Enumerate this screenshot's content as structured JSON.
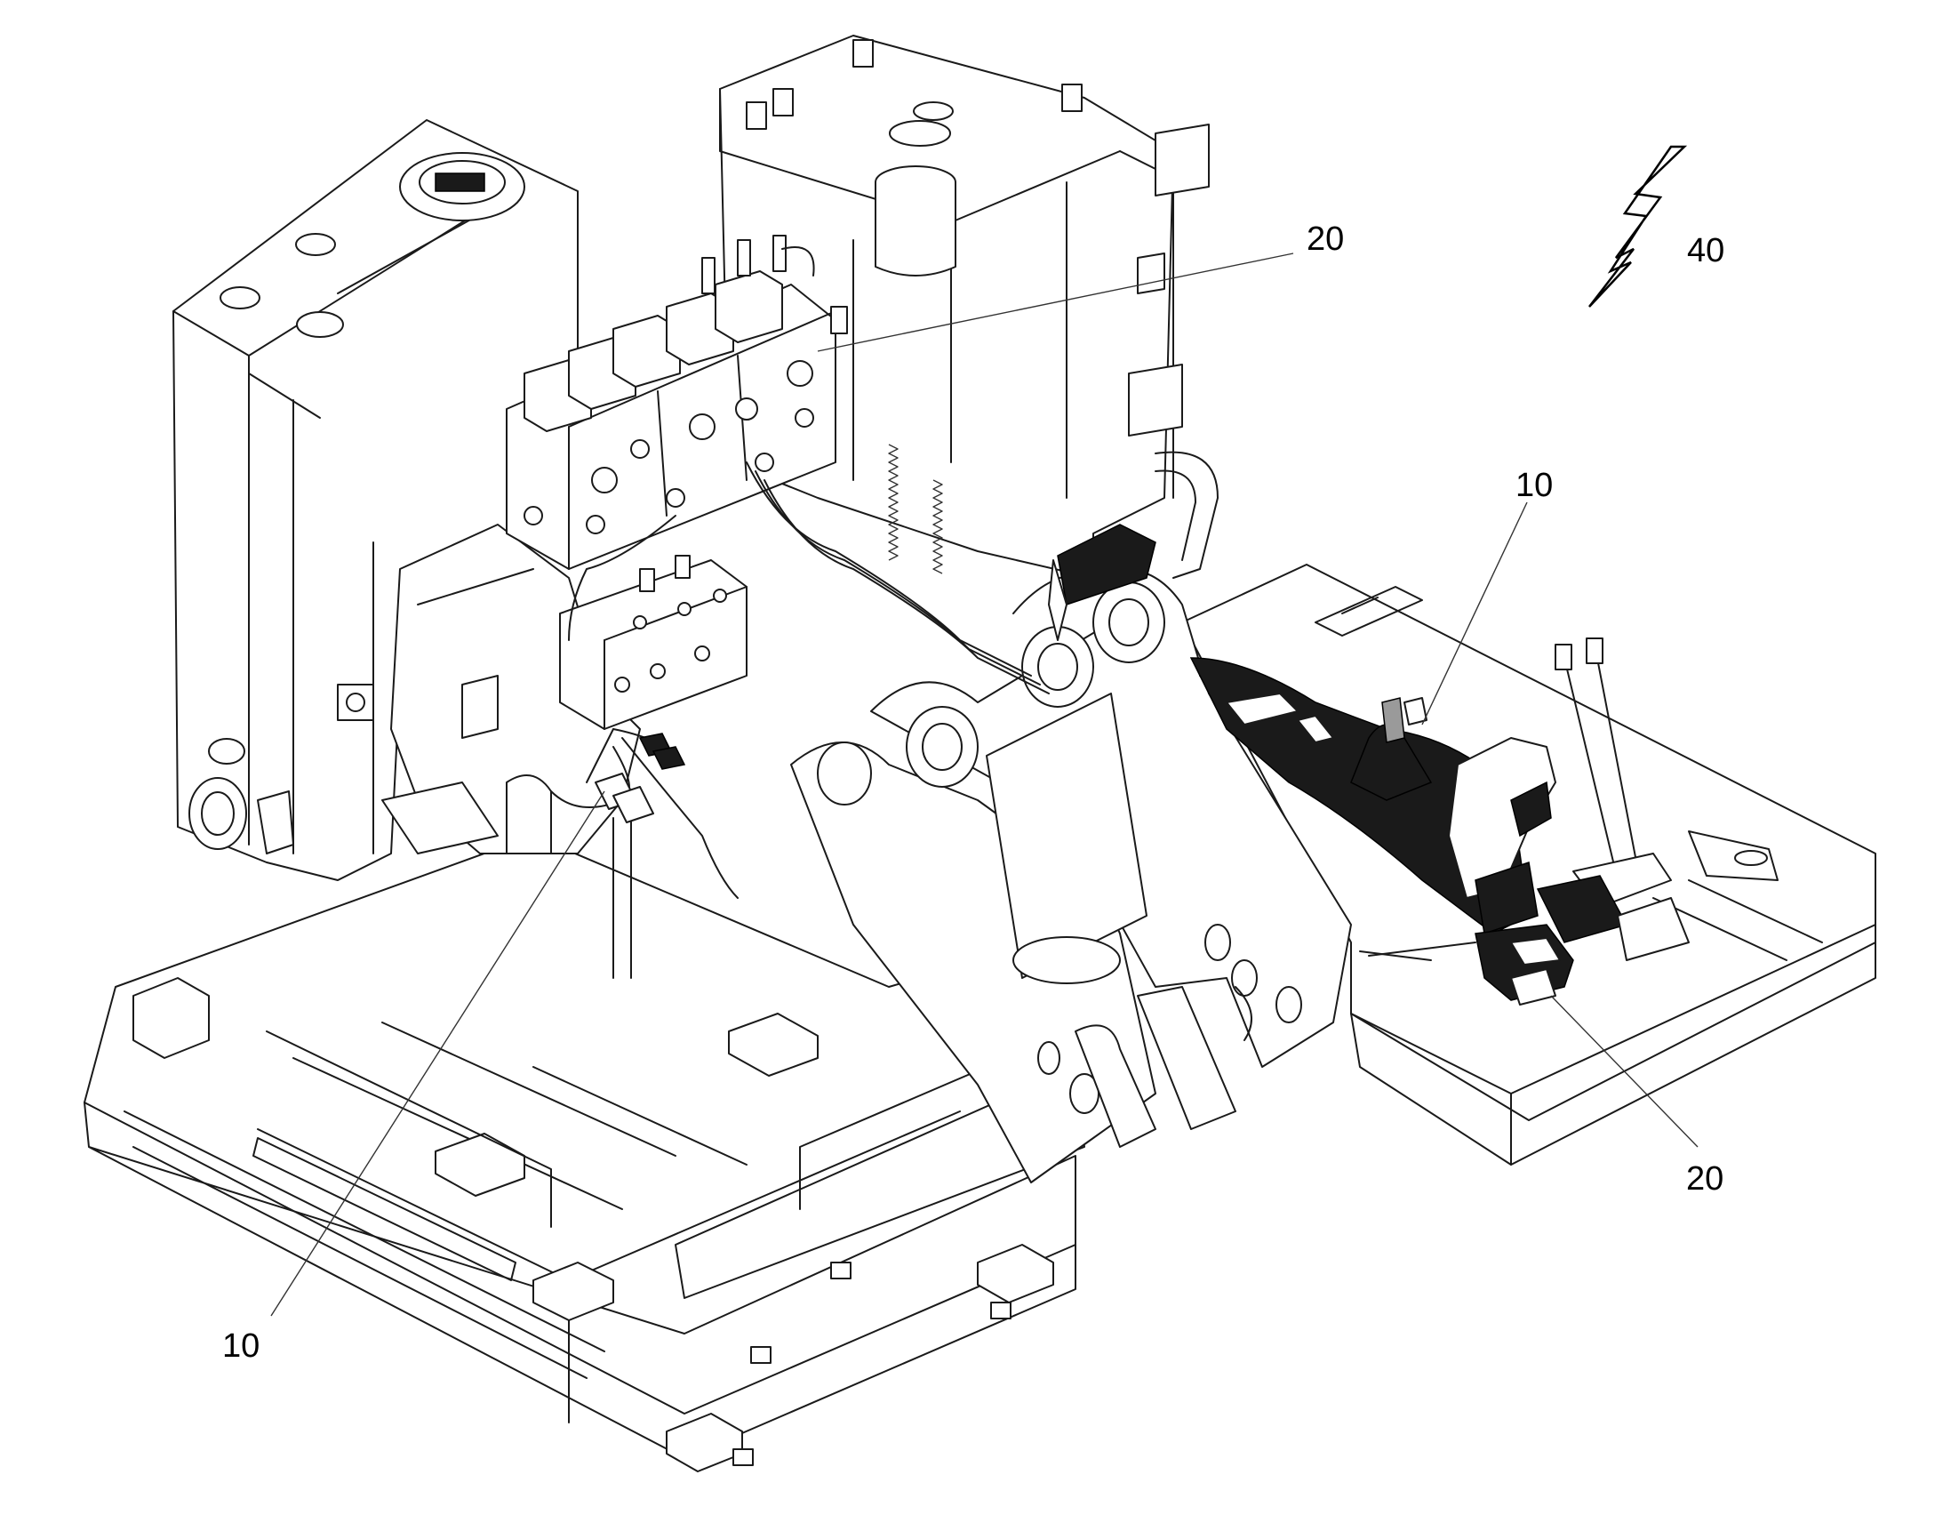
{
  "diagram": {
    "callouts": [
      {
        "id": "lbl-20-top",
        "text": "20"
      },
      {
        "id": "lbl-10-right",
        "text": "10"
      },
      {
        "id": "lbl-10-left",
        "text": "10"
      },
      {
        "id": "lbl-20-bottom",
        "text": "20"
      }
    ],
    "symbol": {
      "name": "lightning-bolt-icon",
      "label": "40"
    },
    "colors": {
      "line": "#1a1a1a",
      "background": "#ffffff",
      "highlight": "#1a1a1a"
    }
  }
}
